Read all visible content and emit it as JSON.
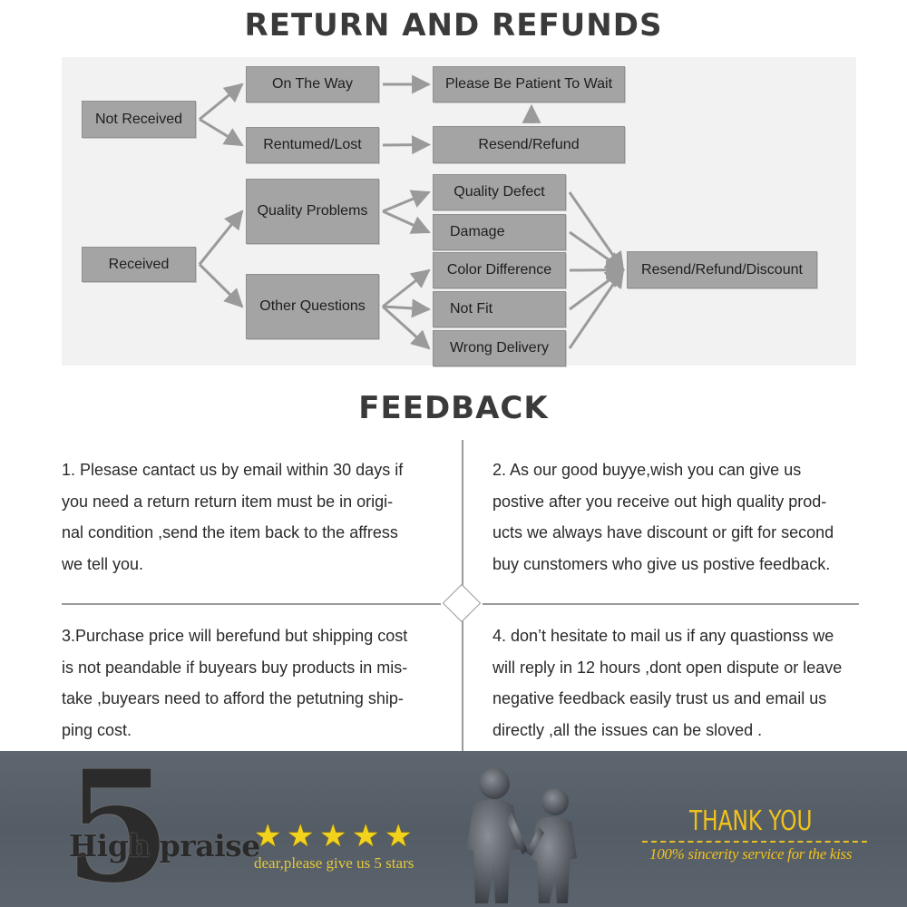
{
  "titles": {
    "return_refunds": "RETURN AND REFUNDS",
    "feedback": "FEEDBACK"
  },
  "flowchart": {
    "nodes": {
      "not_received": "Not Received",
      "on_the_way": "On The Way",
      "returned_lost": "Rentumed/Lost",
      "patient_wait": "Please Be Patient To Wait",
      "resend_refund": "Resend/Refund",
      "received": "Received",
      "quality_problems": "Quality Problems",
      "other_questions": "Other Questions",
      "quality_defect": "Quality Defect",
      "damage": "Damage",
      "color_difference": "Color Difference",
      "not_fit": "Not Fit",
      "wrong_delivery": "Wrong Delivery",
      "resend_refund_discount": "Resend/Refund/Discount"
    },
    "edges": [
      [
        "not_received",
        "on_the_way"
      ],
      [
        "not_received",
        "returned_lost"
      ],
      [
        "on_the_way",
        "patient_wait"
      ],
      [
        "returned_lost",
        "resend_refund"
      ],
      [
        "resend_refund",
        "patient_wait"
      ],
      [
        "received",
        "quality_problems"
      ],
      [
        "received",
        "other_questions"
      ],
      [
        "quality_problems",
        "quality_defect"
      ],
      [
        "quality_problems",
        "damage"
      ],
      [
        "other_questions",
        "color_difference"
      ],
      [
        "other_questions",
        "not_fit"
      ],
      [
        "other_questions",
        "wrong_delivery"
      ],
      [
        "quality_defect",
        "resend_refund_discount"
      ],
      [
        "damage",
        "resend_refund_discount"
      ],
      [
        "color_difference",
        "resend_refund_discount"
      ],
      [
        "not_fit",
        "resend_refund_discount"
      ],
      [
        "wrong_delivery",
        "resend_refund_discount"
      ]
    ]
  },
  "feedback": {
    "item1": [
      "1. Plesase cantact us by email within 30 days if",
      "you need a return return item must be in origi-",
      "nal condition ,send the item back to the affress",
      "we tell you."
    ],
    "item2": [
      "2. As our good buyye,wish you can give us",
      "postive after you receive out high quality prod-",
      "ucts we always have discount or gift for second",
      "buy cunstomers who give us postive feedback."
    ],
    "item3": [
      "3.Purchase price will berefund but shipping cost",
      "is not peandable if buyears buy products in mis-",
      "take ,buyears need to afford the petutning ship-",
      "ping cost."
    ],
    "item4": [
      "4.  don’t hesitate to mail us if any quastionss we",
      "will reply in 12 hours ,dont open dispute or leave",
      "negative feedback easily trust us and email us",
      "directly ,all the issues can be sloved ."
    ]
  },
  "banner": {
    "big_number": "5",
    "high_praise": "High praise",
    "stars": [
      "★",
      "★",
      "★",
      "★",
      "★"
    ],
    "stars_caption": "dear,please give us 5 stars",
    "thank_you": "THANK YOU",
    "thank_you_caption": "100% sincerity service for the kiss",
    "colors": {
      "gold": "#f1c21b",
      "banner_bg": "#575f69"
    }
  }
}
